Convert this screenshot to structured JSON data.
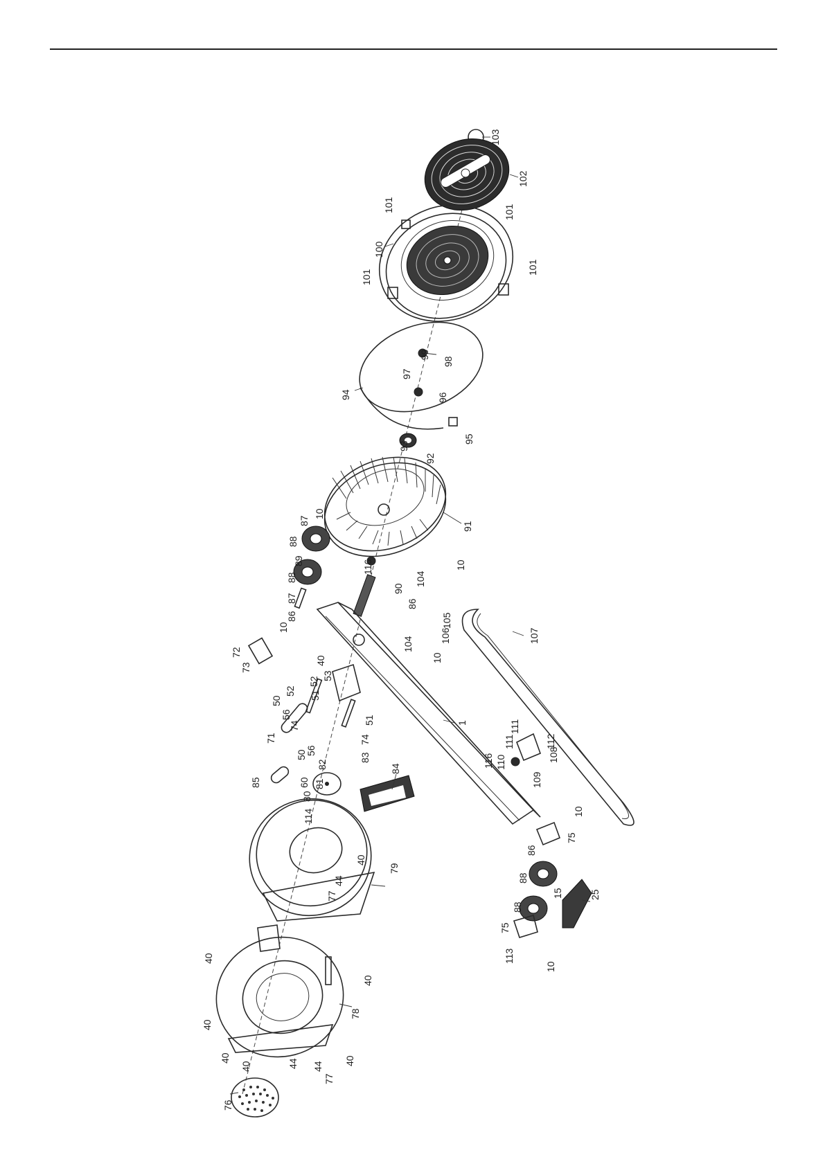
{
  "callouts": [
    {
      "id": "c1",
      "text": "1"
    },
    {
      "id": "c10a",
      "text": "10"
    },
    {
      "id": "c10b",
      "text": "10"
    },
    {
      "id": "c10c",
      "text": "10"
    },
    {
      "id": "c10d",
      "text": "10"
    },
    {
      "id": "c10e",
      "text": "10"
    },
    {
      "id": "c10f",
      "text": "10"
    },
    {
      "id": "c15",
      "text": "15"
    },
    {
      "id": "c25",
      "text": "25"
    },
    {
      "id": "c40a",
      "text": "40"
    },
    {
      "id": "c40b",
      "text": "40"
    },
    {
      "id": "c40c",
      "text": "40"
    },
    {
      "id": "c40d",
      "text": "40"
    },
    {
      "id": "c40e",
      "text": "40"
    },
    {
      "id": "c40f",
      "text": "40"
    },
    {
      "id": "c40g",
      "text": "40"
    },
    {
      "id": "c40h",
      "text": "40"
    },
    {
      "id": "c44a",
      "text": "44"
    },
    {
      "id": "c44b",
      "text": "44"
    },
    {
      "id": "c44c",
      "text": "44"
    },
    {
      "id": "c50a",
      "text": "50"
    },
    {
      "id": "c50b",
      "text": "50"
    },
    {
      "id": "c51a",
      "text": "51"
    },
    {
      "id": "c51b",
      "text": "51"
    },
    {
      "id": "c52a",
      "text": "52"
    },
    {
      "id": "c52b",
      "text": "52"
    },
    {
      "id": "c53",
      "text": "53"
    },
    {
      "id": "c56a",
      "text": "56"
    },
    {
      "id": "c56b",
      "text": "56"
    },
    {
      "id": "c60",
      "text": "60"
    },
    {
      "id": "c71",
      "text": "71"
    },
    {
      "id": "c72",
      "text": "72"
    },
    {
      "id": "c73",
      "text": "73"
    },
    {
      "id": "c74a",
      "text": "74"
    },
    {
      "id": "c74b",
      "text": "74"
    },
    {
      "id": "c75a",
      "text": "75"
    },
    {
      "id": "c75b",
      "text": "75"
    },
    {
      "id": "c76",
      "text": "76"
    },
    {
      "id": "c77a",
      "text": "77"
    },
    {
      "id": "c77b",
      "text": "77"
    },
    {
      "id": "c78",
      "text": "78"
    },
    {
      "id": "c79",
      "text": "79"
    },
    {
      "id": "c80",
      "text": "80"
    },
    {
      "id": "c81",
      "text": "81"
    },
    {
      "id": "c82",
      "text": "82"
    },
    {
      "id": "c83",
      "text": "83"
    },
    {
      "id": "c84",
      "text": "84"
    },
    {
      "id": "c85",
      "text": "85"
    },
    {
      "id": "c86a",
      "text": "86"
    },
    {
      "id": "c86b",
      "text": "86"
    },
    {
      "id": "c86c",
      "text": "86"
    },
    {
      "id": "c87a",
      "text": "87"
    },
    {
      "id": "c87b",
      "text": "87"
    },
    {
      "id": "c88a",
      "text": "88"
    },
    {
      "id": "c88b",
      "text": "88"
    },
    {
      "id": "c88c",
      "text": "88"
    },
    {
      "id": "c88d",
      "text": "88"
    },
    {
      "id": "c89",
      "text": "89"
    },
    {
      "id": "c90",
      "text": "90"
    },
    {
      "id": "c91",
      "text": "91"
    },
    {
      "id": "c92",
      "text": "92"
    },
    {
      "id": "c93",
      "text": "93"
    },
    {
      "id": "c94",
      "text": "94"
    },
    {
      "id": "c95",
      "text": "95"
    },
    {
      "id": "c96",
      "text": "96"
    },
    {
      "id": "c97",
      "text": "97"
    },
    {
      "id": "c98",
      "text": "98"
    },
    {
      "id": "c99",
      "text": "99"
    },
    {
      "id": "c100",
      "text": "100"
    },
    {
      "id": "c101a",
      "text": "101"
    },
    {
      "id": "c101b",
      "text": "101"
    },
    {
      "id": "c101c",
      "text": "101"
    },
    {
      "id": "c101d",
      "text": "101"
    },
    {
      "id": "c102",
      "text": "102"
    },
    {
      "id": "c103",
      "text": "103"
    },
    {
      "id": "c104a",
      "text": "104"
    },
    {
      "id": "c104b",
      "text": "104"
    },
    {
      "id": "c105",
      "text": "105"
    },
    {
      "id": "c106",
      "text": "106"
    },
    {
      "id": "c107",
      "text": "107"
    },
    {
      "id": "c108",
      "text": "108"
    },
    {
      "id": "c109",
      "text": "109"
    },
    {
      "id": "c110",
      "text": "110"
    },
    {
      "id": "c111a",
      "text": "111"
    },
    {
      "id": "c111b",
      "text": "111"
    },
    {
      "id": "c112",
      "text": "112"
    },
    {
      "id": "c113",
      "text": "113"
    },
    {
      "id": "c114",
      "text": "114"
    },
    {
      "id": "c116a",
      "text": "116"
    },
    {
      "id": "c116b",
      "text": "116"
    }
  ]
}
